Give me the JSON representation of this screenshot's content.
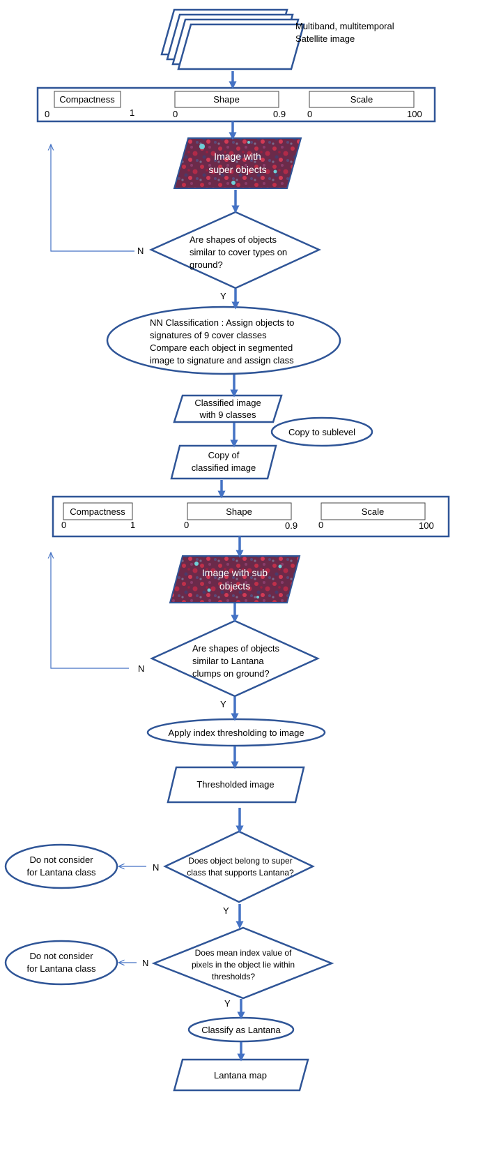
{
  "input": {
    "line1": "Multiband, multitemporal",
    "line2": "Satellite image"
  },
  "params1": {
    "compactness": {
      "label": "Compactness",
      "min": "0",
      "max": "1"
    },
    "shape": {
      "label": "Shape",
      "min": "0",
      "max": "0.9"
    },
    "scale": {
      "label": "Scale",
      "min": "0",
      "max": "100"
    }
  },
  "super_image": {
    "line1": "Image with",
    "line2": "super objects"
  },
  "decision1": {
    "line1": "Are shapes of objects",
    "line2": "similar to cover types on",
    "line3": "ground?",
    "no": "N",
    "yes": "Y"
  },
  "nn": {
    "line1": "NN Classification : Assign objects to",
    "line2": "signatures of 9 cover classes",
    "line3": "Compare each object  in segmented",
    "line4": "image to signature and assign class"
  },
  "classified": {
    "line1": "Classified image",
    "line2": "with 9 classes"
  },
  "copy_sublevel": "Copy to sublevel",
  "copy_classified": {
    "line1": "Copy of",
    "line2": "classified image"
  },
  "params2": {
    "compactness": {
      "label": "Compactness",
      "min": "0",
      "max": "1"
    },
    "shape": {
      "label": "Shape",
      "min": "0",
      "max": "0.9"
    },
    "scale": {
      "label": "Scale",
      "min": "0",
      "max": "100"
    }
  },
  "sub_image": {
    "line1": "Image with sub",
    "line2": "objects"
  },
  "decision2": {
    "line1": "Are shapes of objects",
    "line2": "similar to  Lantana",
    "line3": "clumps on ground?",
    "no": "N",
    "yes": "Y"
  },
  "apply_index": "Apply index thresholding to image",
  "thresholded": "Thresholded image",
  "decision3": {
    "line1": "Does object belong to super",
    "line2": "class that supports Lantana?",
    "no": "N",
    "yes": "Y"
  },
  "reject1": {
    "line1": "Do not consider",
    "line2": "for Lantana class"
  },
  "decision4": {
    "line1": "Does mean index value of",
    "line2": "pixels in the object lie within",
    "line3": "thresholds?",
    "no": "N",
    "yes": "Y"
  },
  "reject2": {
    "line1": "Do not consider",
    "line2": "for Lantana class"
  },
  "classify": "Classify as Lantana",
  "output": "Lantana map",
  "colors": {
    "stroke": "#2f5597",
    "arrow": "#4472c4",
    "image_base": "#6b2a4a",
    "image_red": "#c0304a",
    "image_cyan": "#6fd0d8"
  }
}
